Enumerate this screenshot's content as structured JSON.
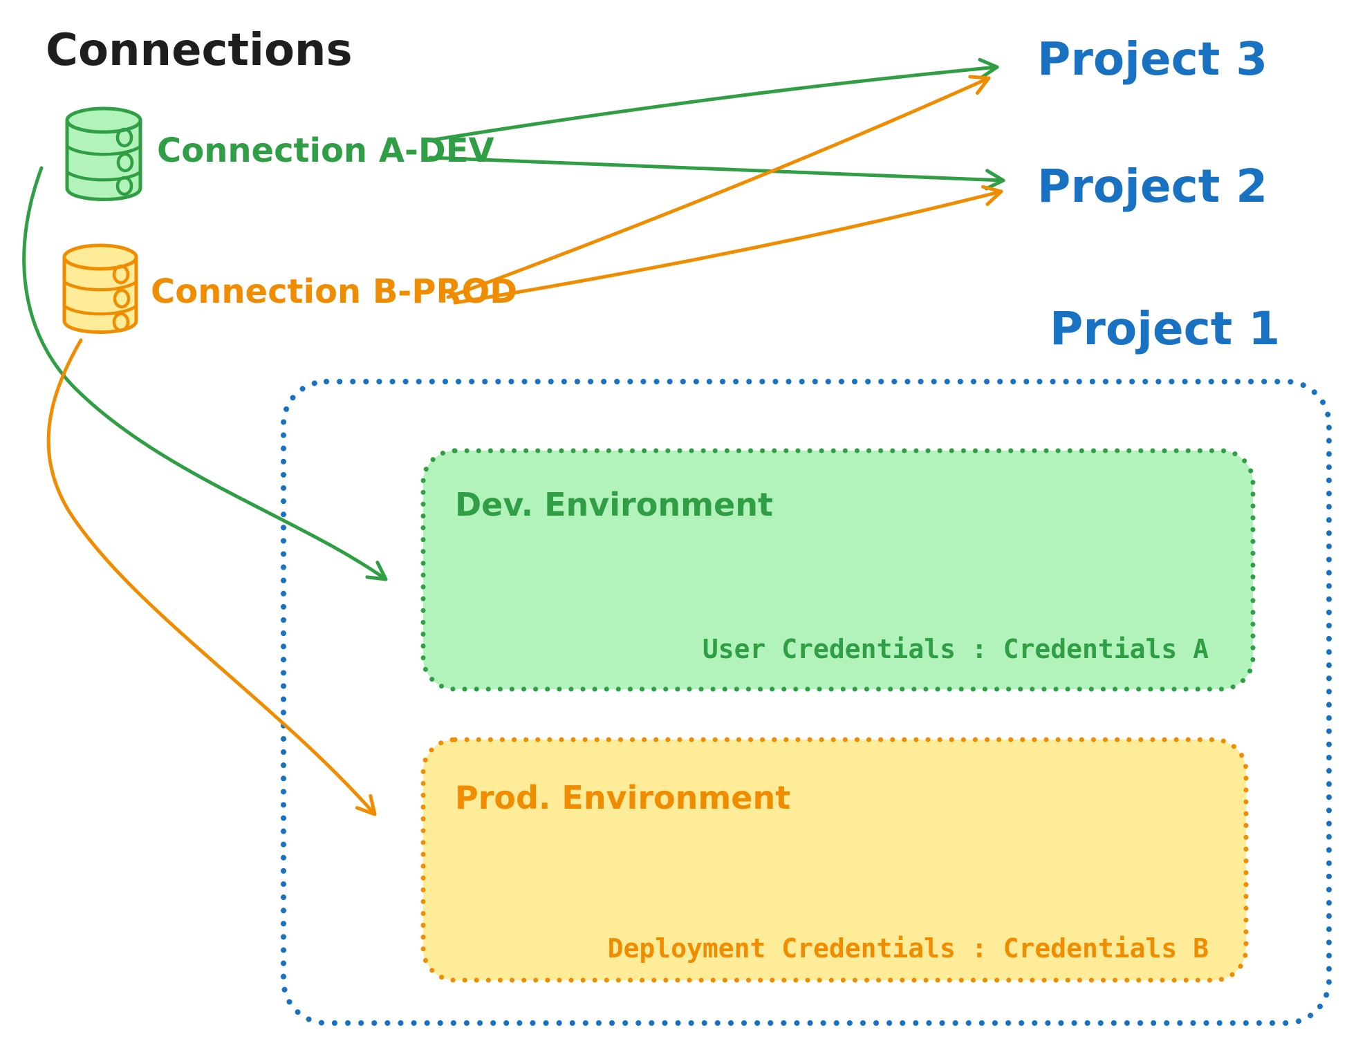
{
  "diagram": {
    "title": "Connections",
    "connections": [
      {
        "label": "Connection A-DEV",
        "icon": "database-cylinder",
        "stroke": "#2f9e44",
        "fill": "#b2f2bb"
      },
      {
        "label": "Connection B-PROD",
        "icon": "database-cylinder",
        "stroke": "#f08c00",
        "fill": "#ffec99"
      }
    ],
    "projects": [
      {
        "label": "Project 3"
      },
      {
        "label": "Project 2"
      },
      {
        "label": "Project 1"
      }
    ],
    "environments": [
      {
        "name": "Dev. Environment",
        "credentials_label": "User Credentials : Credentials A"
      },
      {
        "name": "Prod. Environment",
        "credentials_label": "Deployment Credentials : Credentials B"
      }
    ],
    "edges": [
      {
        "from": "Connection A-DEV",
        "to": "Project 3"
      },
      {
        "from": "Connection A-DEV",
        "to": "Project 2"
      },
      {
        "from": "Connection B-PROD",
        "to": "Project 3"
      },
      {
        "from": "Connection B-PROD",
        "to": "Project 2"
      },
      {
        "from": "Connection A-DEV",
        "to": "Dev. Environment"
      },
      {
        "from": "Connection B-PROD",
        "to": "Prod. Environment"
      }
    ],
    "colors": {
      "green_stroke": "#2f9e44",
      "green_fill": "#b2f2bb",
      "orange_stroke": "#f08c00",
      "orange_fill": "#ffec99",
      "blue": "#1971c2",
      "ink": "#1e1e1e"
    }
  }
}
